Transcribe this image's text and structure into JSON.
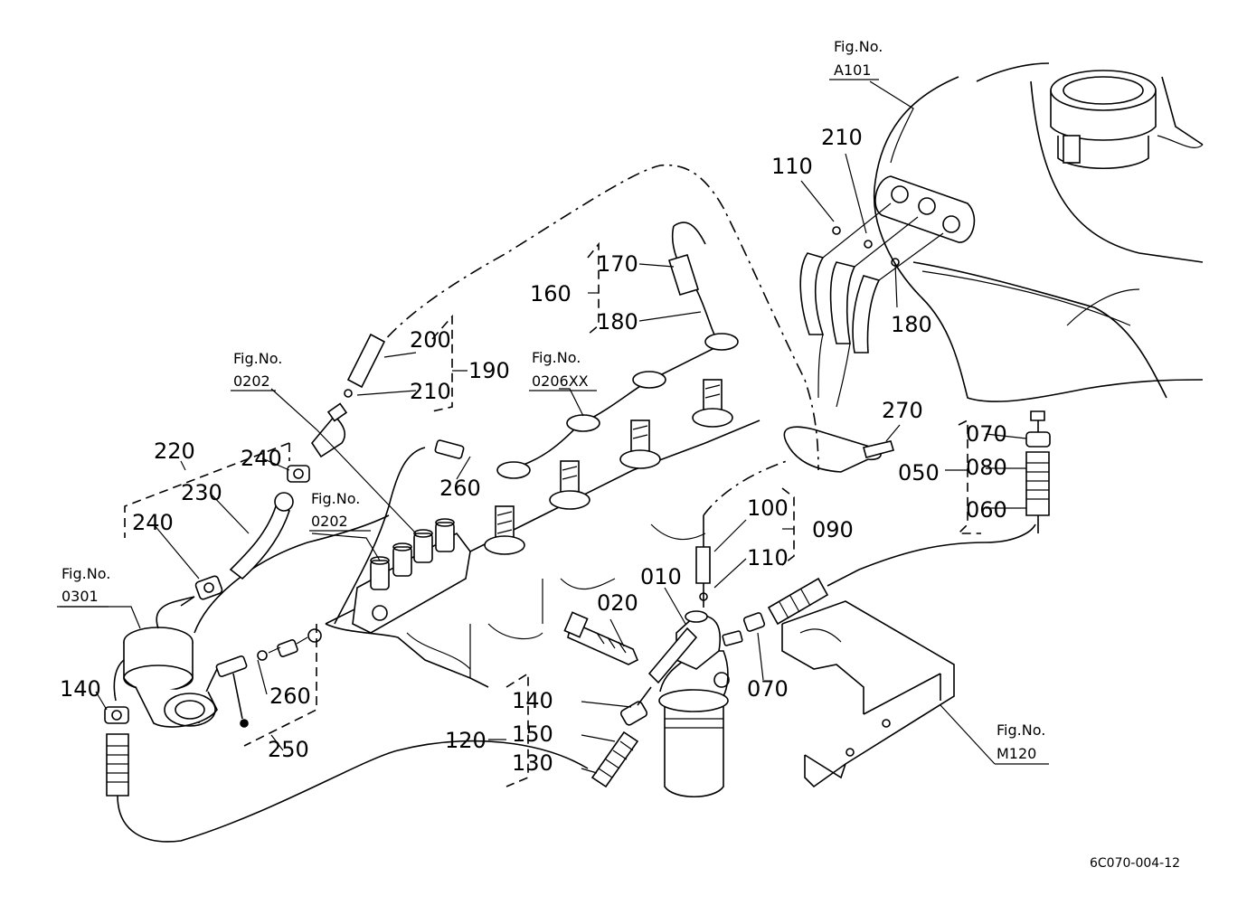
{
  "parts": {
    "p010": "010",
    "p020": "020",
    "p050": "050",
    "p060": "060",
    "p070_top": "070",
    "p070_mid": "070",
    "p080": "080",
    "p090": "090",
    "p100": "100",
    "p110_top": "110",
    "p110_mid": "110",
    "p120": "120",
    "p130": "130",
    "p140_left": "140",
    "p140_mid": "140",
    "p150": "150",
    "p160": "160",
    "p170": "170",
    "p180_mid": "180",
    "p180_right": "180",
    "p190": "190",
    "p200": "200",
    "p210_left": "210",
    "p210_top": "210",
    "p220": "220",
    "p230": "230",
    "p240_top": "240",
    "p240_left": "240",
    "p250": "250",
    "p260_top": "260",
    "p260_bottom": "260",
    "p270": "270"
  },
  "figrefs": {
    "a101": {
      "label": "Fig.No.",
      "code": "A101"
    },
    "f0202_a": {
      "label": "Fig.No.",
      "code": "0202"
    },
    "f0202_b": {
      "label": "Fig.No.",
      "code": "0202"
    },
    "f0206": {
      "label": "Fig.No.",
      "code": "0206XX"
    },
    "f0301": {
      "label": "Fig.No.",
      "code": "0301"
    },
    "m120": {
      "label": "Fig.No.",
      "code": "M120"
    }
  },
  "drawing_code": "6C070-004-12"
}
